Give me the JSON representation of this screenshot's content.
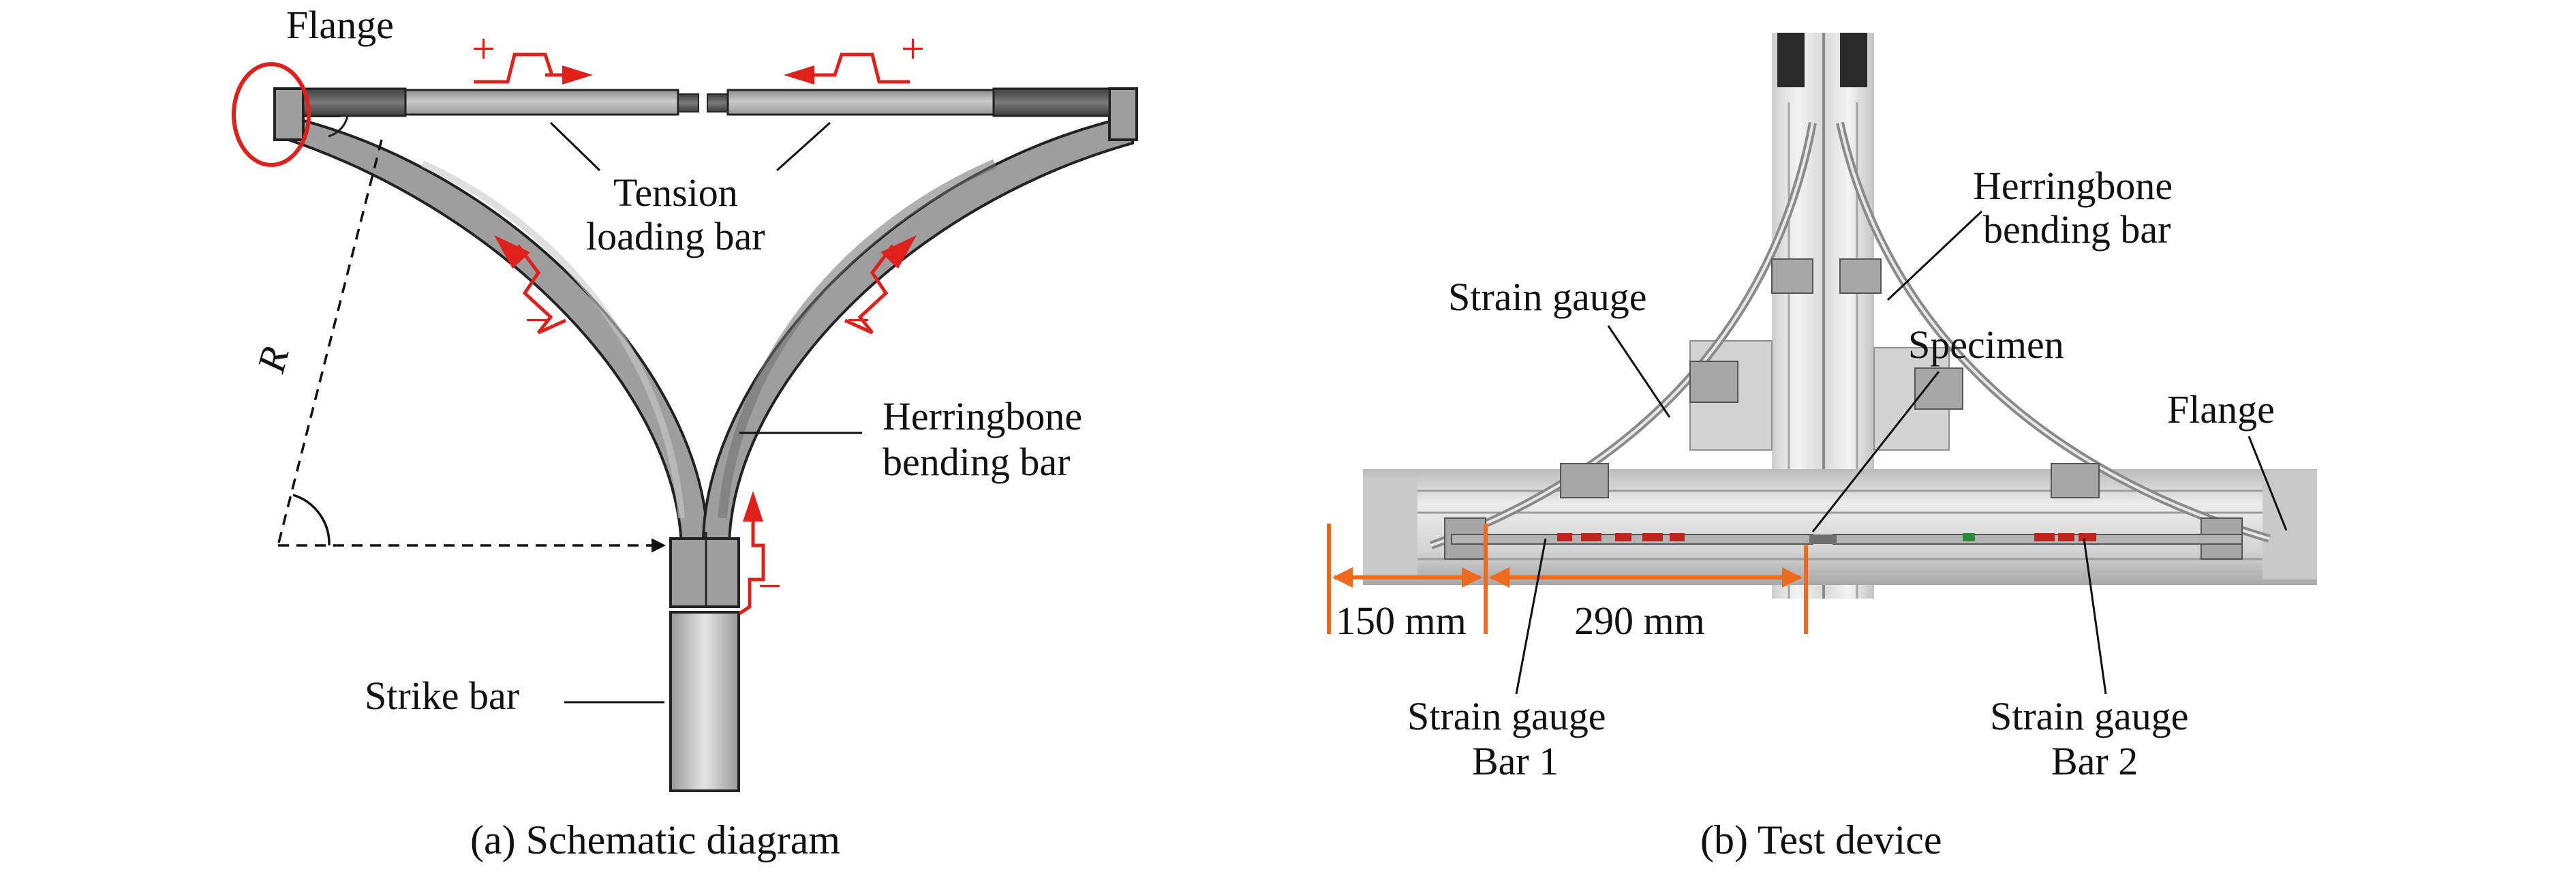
{
  "panel_a": {
    "caption": "(a) Schematic diagram",
    "labels": {
      "flange": "Flange",
      "tension_1": "Tension",
      "tension_2": "loading bar",
      "herring_1": "Herringbone",
      "herring_2": "bending bar",
      "radius": "R",
      "strike": "Strike bar"
    },
    "pulse_signs": {
      "top_left": "+",
      "top_right": "+",
      "arm_left": "−",
      "arm_right": "−",
      "stem": "−"
    }
  },
  "panel_b": {
    "caption": "(b) Test device",
    "labels": {
      "herring_1": "Herringbone",
      "herring_2": "bending bar",
      "strain_gauge": "Strain gauge",
      "specimen": "Specimen",
      "flange": "Flange",
      "dim_150": "150 mm",
      "dim_290": "290 mm",
      "sg_bar1_1": "Strain gauge",
      "sg_bar1_2": "Bar 1",
      "sg_bar2_1": "Strain gauge",
      "sg_bar2_2": "Bar 2"
    }
  },
  "colors": {
    "bar_fill": "#a9a9a9",
    "bar_dark": "#555555",
    "accent_red": "#e0201a",
    "dimension_orange": "#f06a1e"
  }
}
